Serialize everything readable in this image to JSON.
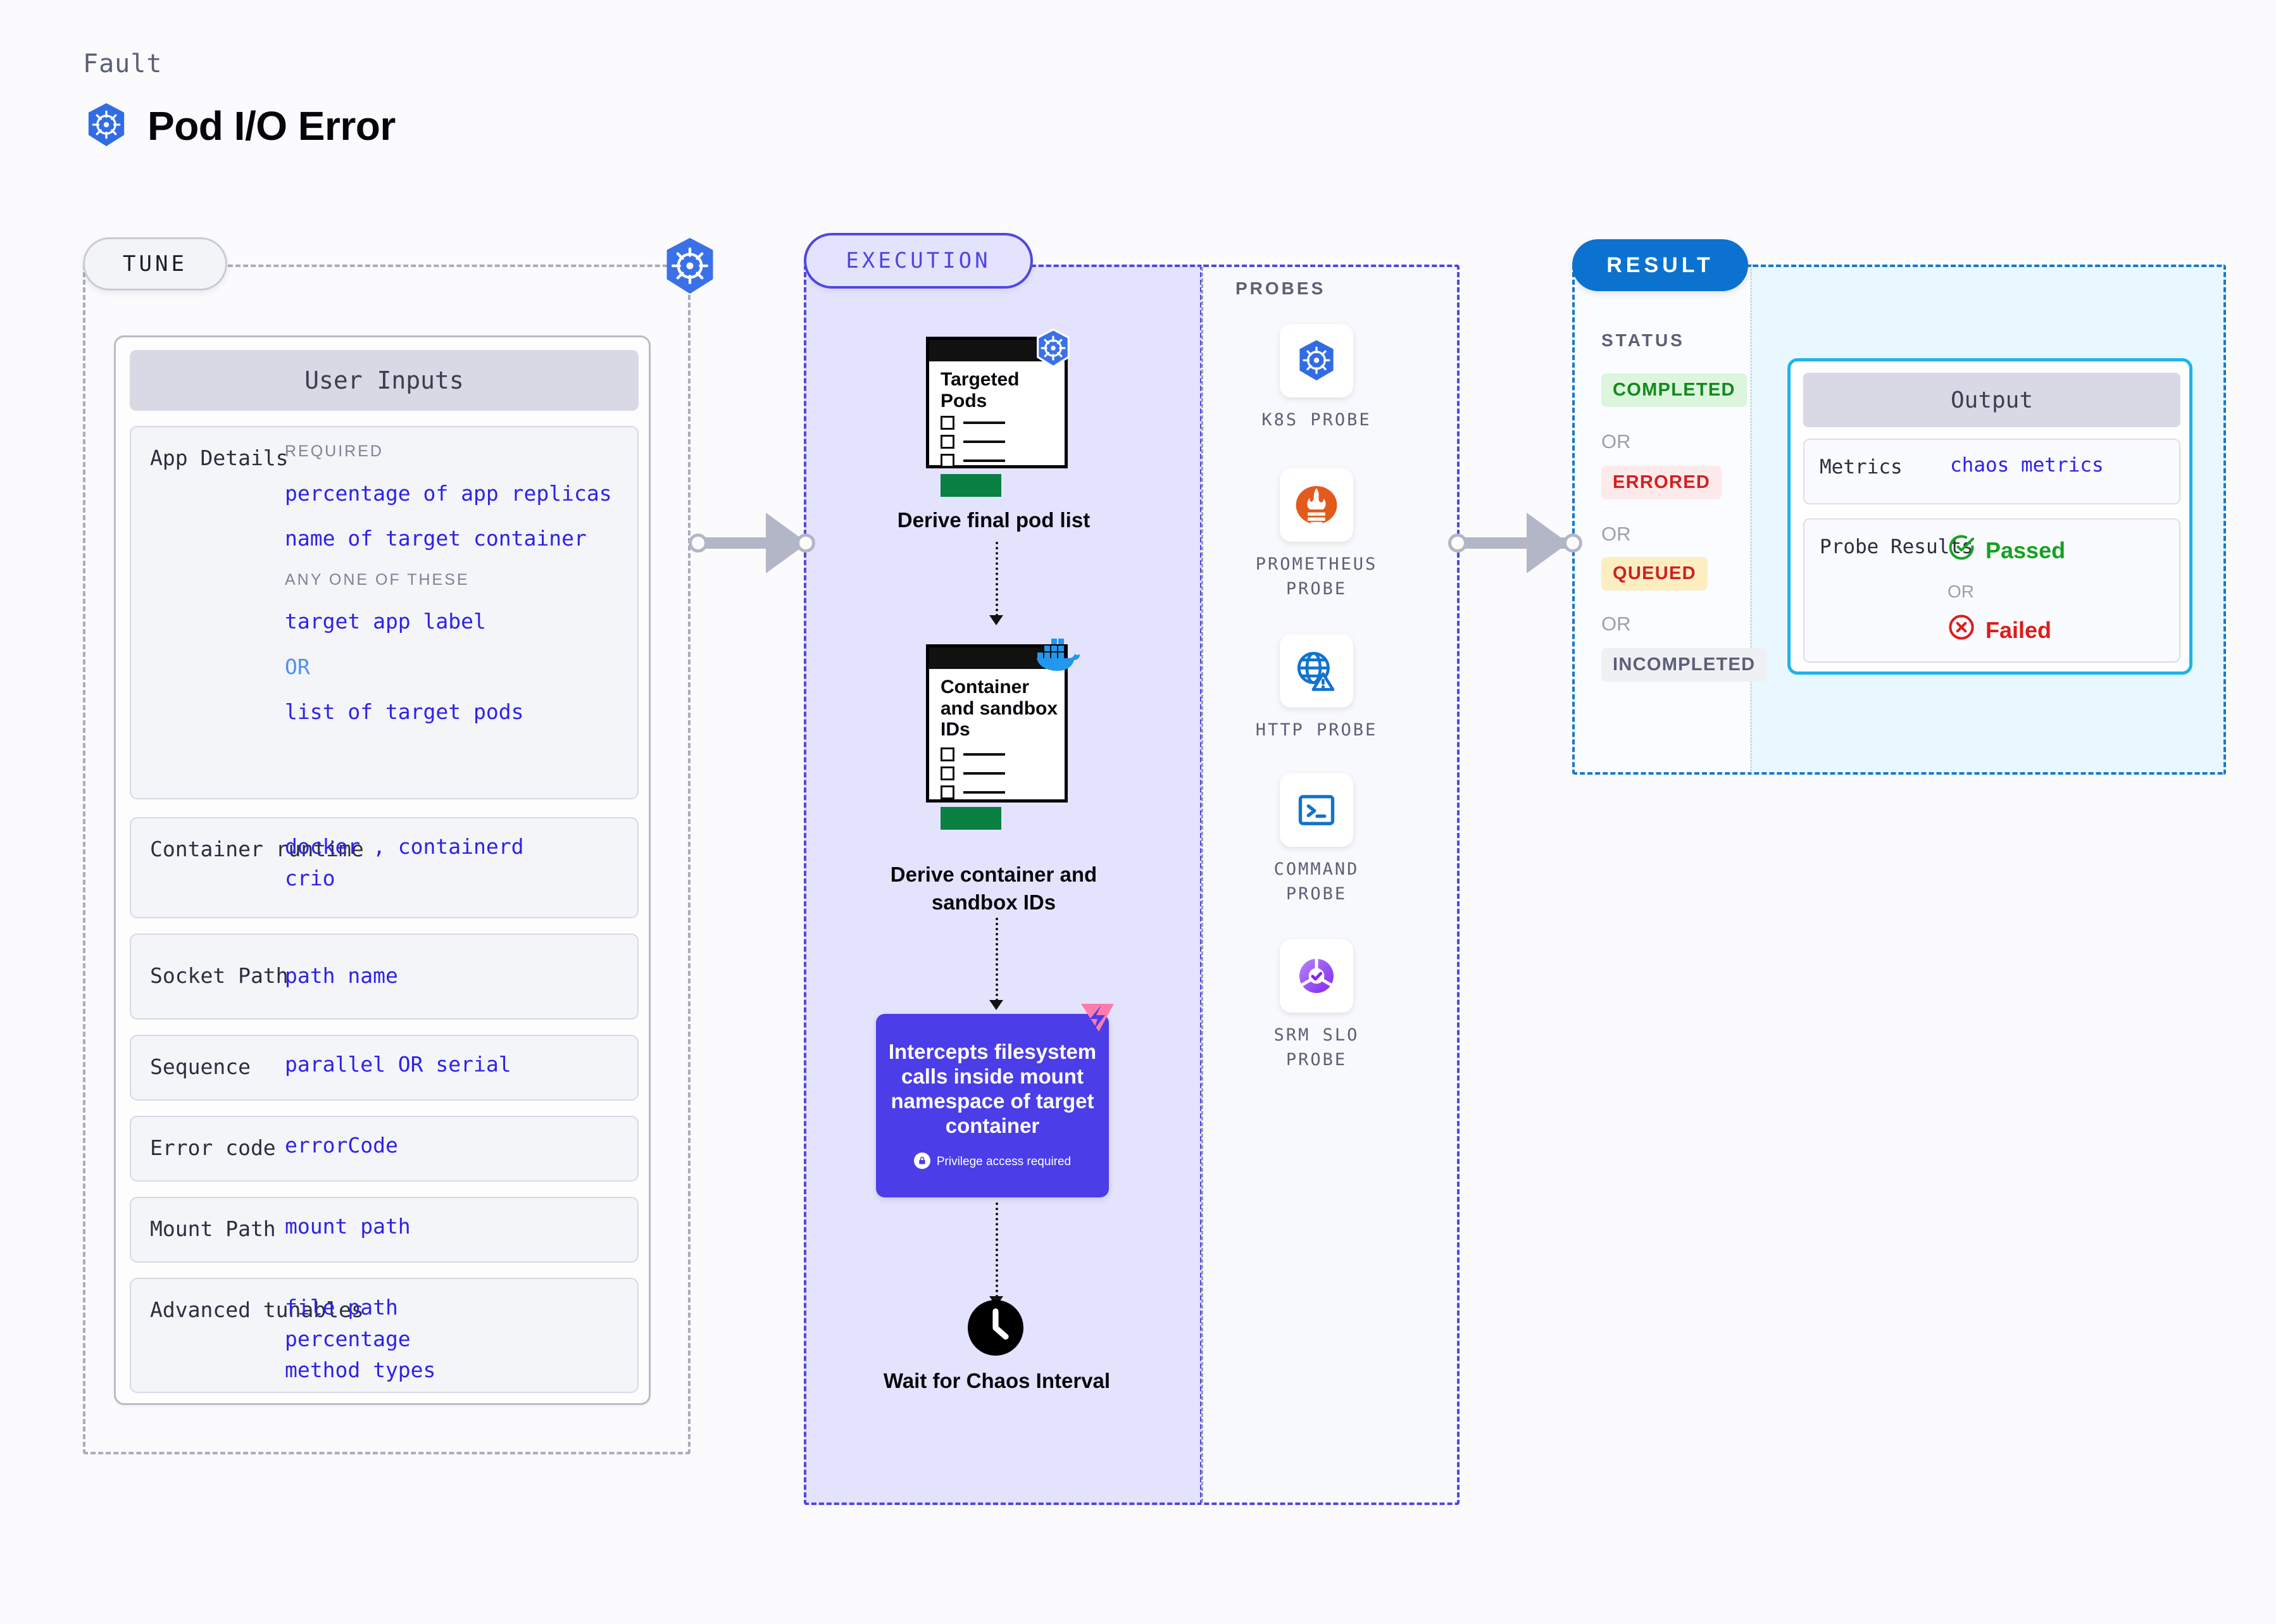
{
  "header": {
    "kicker": "Fault",
    "title": "Pod I/O Error",
    "icon": "kubernetes-icon"
  },
  "stages": {
    "tune": "TUNE",
    "execution": "EXECUTION",
    "result": "RESULT",
    "probes": "PROBES",
    "status": "STATUS"
  },
  "user_inputs": {
    "card_title": "User Inputs",
    "rows": [
      {
        "label": "App Details",
        "groups": [
          {
            "heading": "REQUIRED",
            "items": [
              "percentage of app replicas",
              "name of target container"
            ]
          },
          {
            "heading": "ANY ONE OF THESE",
            "items": [
              "target app label",
              "OR",
              "list of target pods"
            ]
          }
        ]
      },
      {
        "label": "Container runtime",
        "values": [
          "docker , containerd",
          "crio"
        ]
      },
      {
        "label": "Socket Path",
        "values": [
          "path name"
        ]
      },
      {
        "label": "Sequence",
        "values": [
          "parallel OR serial"
        ]
      },
      {
        "label": "Error code",
        "values": [
          "errorCode"
        ]
      },
      {
        "label": "Mount Path",
        "values": [
          "mount path"
        ]
      },
      {
        "label": "Advanced tunables",
        "values": [
          "file path",
          "percentage",
          "method types"
        ]
      }
    ]
  },
  "execution": {
    "nodes": [
      {
        "doc_title": "Targeted Pods",
        "caption": "Derive final pod list",
        "badge": "kubernetes-icon"
      },
      {
        "doc_title": "Container and sandbox IDs",
        "caption": "Derive container and sandbox IDs",
        "badge": "docker-icon"
      }
    ],
    "fault_block": {
      "text": "Intercepts filesystem calls inside mount namespace of target container",
      "note": "Privilege access required",
      "badge": "litmus-icon",
      "color": "#4b3de8"
    },
    "wait_node": {
      "caption": "Wait for Chaos Interval",
      "icon": "clock-icon"
    }
  },
  "probes": [
    {
      "name": "K8S PROBE",
      "icon": "kubernetes-icon"
    },
    {
      "name": "PROMETHEUS PROBE",
      "icon": "prometheus-icon"
    },
    {
      "name": "HTTP PROBE",
      "icon": "globe-warning-icon"
    },
    {
      "name": "COMMAND PROBE",
      "icon": "terminal-icon"
    },
    {
      "name": "SRM SLO PROBE",
      "icon": "srm-slo-icon"
    }
  ],
  "result": {
    "statuses": [
      {
        "label": "COMPLETED",
        "bg": "#dcf5dd",
        "fg": "#128a1e"
      },
      {
        "label": "ERRORED",
        "bg": "#fdeaea",
        "fg": "#d32020"
      },
      {
        "label": "QUEUED",
        "bg": "#fdeec2",
        "fg": "#cc2222"
      },
      {
        "label": "INCOMPLETED",
        "bg": "#eff0f4",
        "fg": "#5b6076"
      }
    ],
    "or": "OR",
    "output": {
      "title": "Output",
      "metrics_label": "Metrics",
      "metrics_value": "chaos metrics",
      "probe_label": "Probe Results",
      "passed": "Passed",
      "failed": "Failed",
      "or": "OR"
    }
  }
}
